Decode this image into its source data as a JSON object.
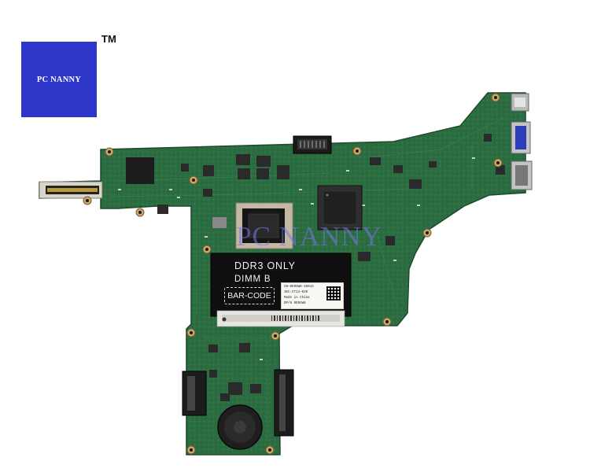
{
  "logo": {
    "text": "PC NANNY",
    "trademark": "TM",
    "color": "#2d36c9"
  },
  "watermark": {
    "text": "PC NANNY"
  },
  "board": {
    "color": "#2a6b3f",
    "silkscreen": {
      "line1": "DDR3  ONLY",
      "line2": "DIMM  B",
      "barcode": "BAR-CODE"
    },
    "sticker": {
      "lines": [
        "CN-0ER4W8-48643",
        "3EC-CT14-020",
        "Made in China",
        "DP/N 0ER4W8"
      ]
    }
  }
}
